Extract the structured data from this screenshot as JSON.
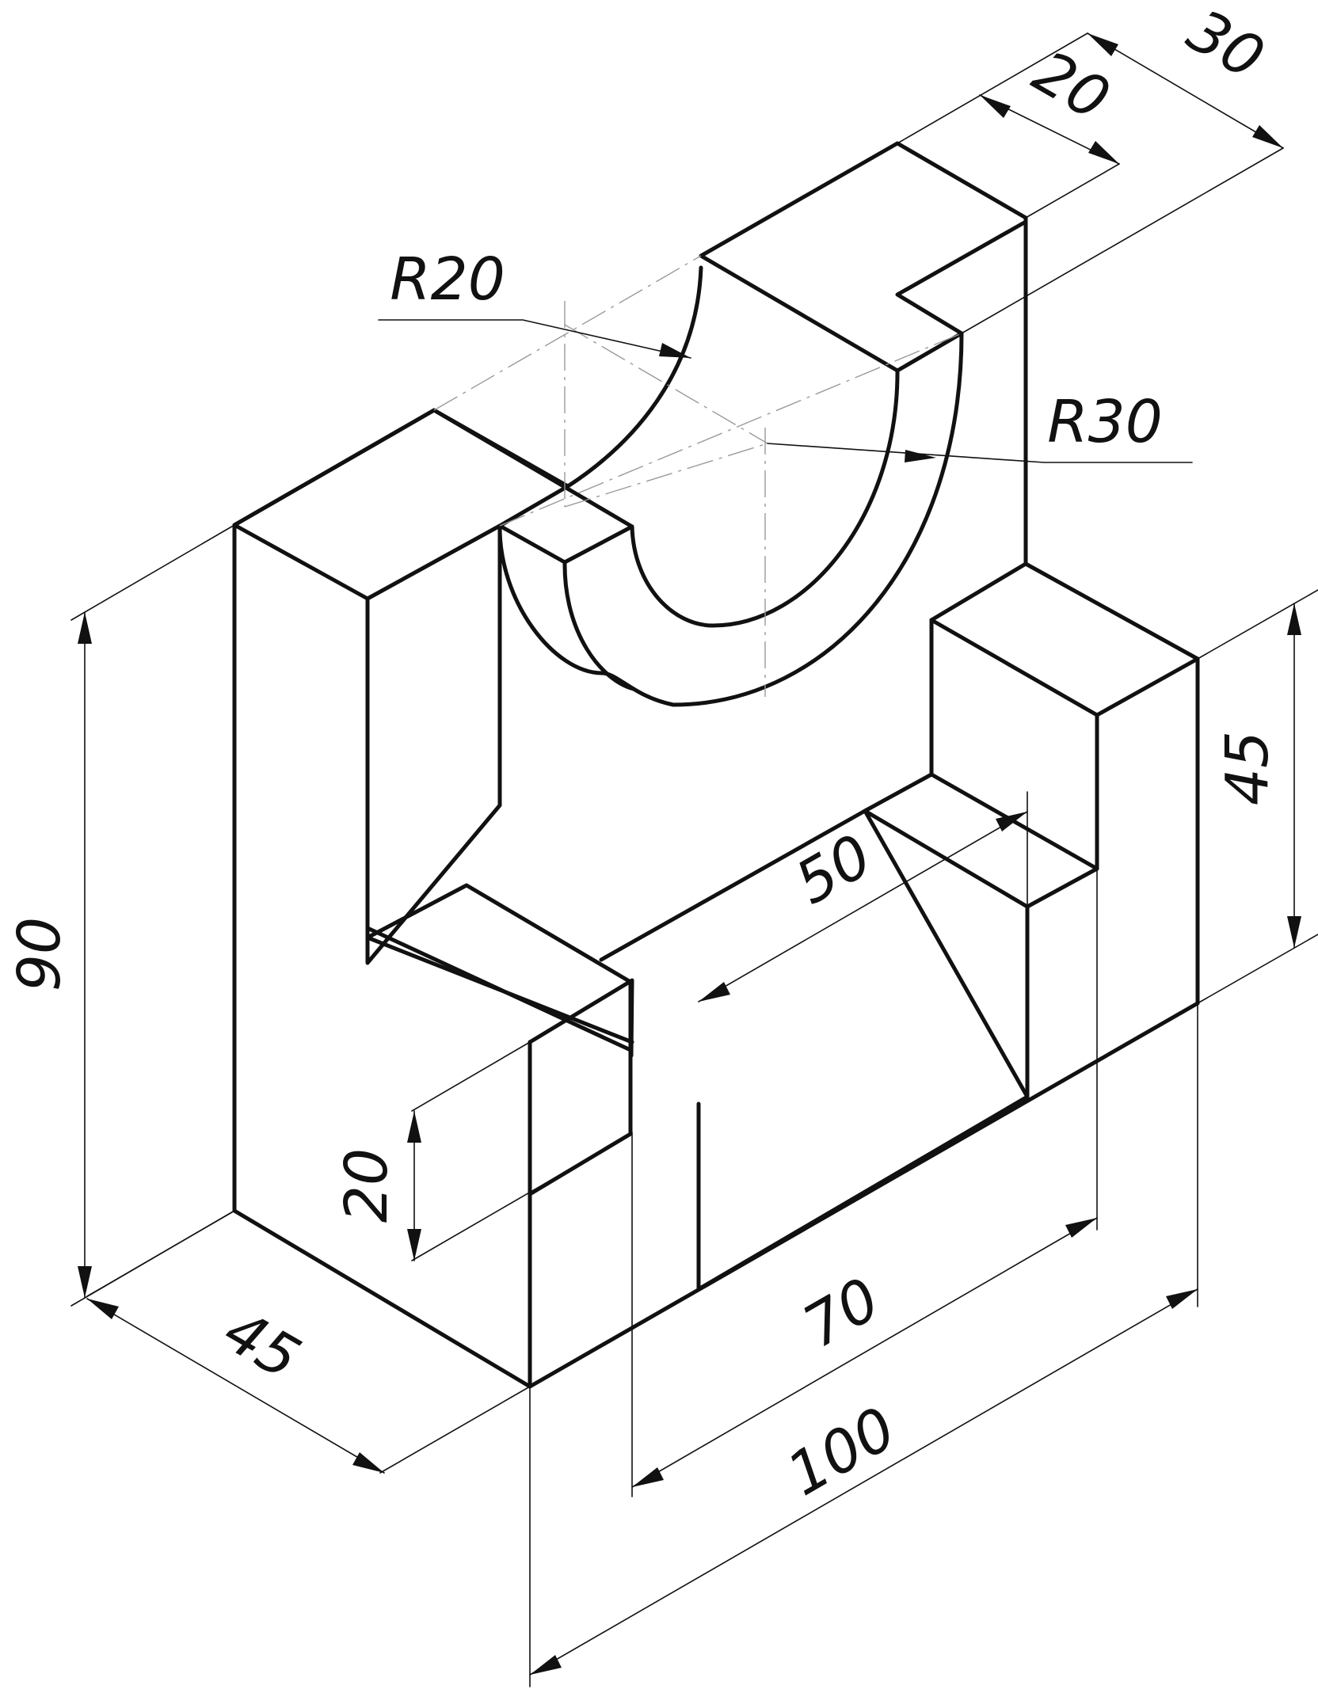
{
  "dimensions": {
    "width_30": "30",
    "slot_20": "20",
    "radius_20": "R20",
    "radius_30": "R30",
    "height_45_right": "45",
    "cut_50": "50",
    "height_90": "90",
    "height_20": "20",
    "length_70": "70",
    "length_100": "100",
    "depth_45": "45"
  }
}
